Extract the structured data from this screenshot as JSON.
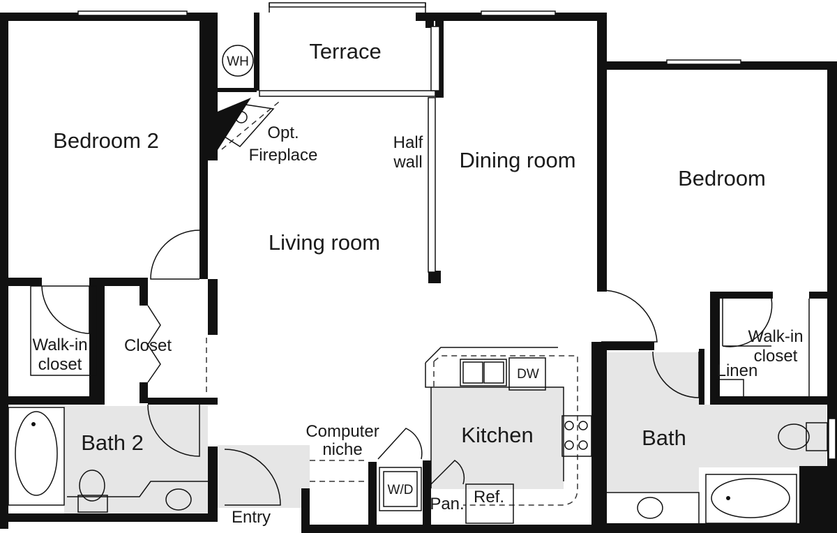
{
  "floor_plan": {
    "rooms": {
      "terrace": "Terrace",
      "bedroom_2": "Bedroom 2",
      "dining_room": "Dining room",
      "bedroom": "Bedroom",
      "living_room": "Living room",
      "closet": "Closet",
      "bath_2": "Bath 2",
      "kitchen": "Kitchen",
      "bath": "Bath"
    },
    "labels": {
      "wh": "WH",
      "fireplace_line1": "Opt.",
      "fireplace_line2": "Fireplace",
      "half_wall_line1": "Half",
      "half_wall_line2": "wall",
      "walkin_left_line1": "Walk-in",
      "walkin_left_line2": "closet",
      "walkin_right_line1": "Walk-in",
      "walkin_right_line2": "closet",
      "linen": "Linen",
      "dw": "DW",
      "computer_niche_line1": "Computer",
      "computer_niche_line2": "niche",
      "wd": "W/D",
      "pantry": "Pan.",
      "ref": "Ref.",
      "entry": "Entry"
    },
    "colors": {
      "wall": "#111111",
      "tiled_floor": "#e6e6e6",
      "background": "#ffffff"
    }
  }
}
